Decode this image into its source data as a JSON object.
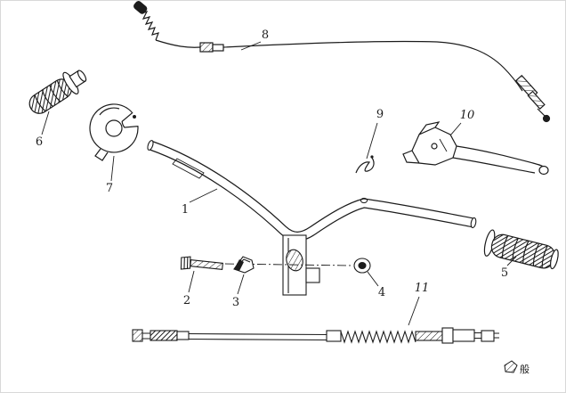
{
  "diagram": {
    "background": "#ffffff",
    "line_color": "#1c1c1c",
    "description": "exploded-parts-diagram-handlebar-assembly",
    "parts": [
      {
        "number": "1",
        "name": "handlebar"
      },
      {
        "number": "2",
        "name": "hex-bolt"
      },
      {
        "number": "3",
        "name": "cone-nut"
      },
      {
        "number": "4",
        "name": "flange-nut"
      },
      {
        "number": "5",
        "name": "right-hand-grip"
      },
      {
        "number": "6",
        "name": "left-hand-grip"
      },
      {
        "number": "7",
        "name": "lever-bracket-clamp"
      },
      {
        "number": "8",
        "name": "throttle-cable"
      },
      {
        "number": "9",
        "name": "retaining-clip"
      },
      {
        "number": "10",
        "name": "brake-lever"
      },
      {
        "number": "11",
        "name": "brake-cable"
      }
    ],
    "stamp": {
      "glyph": "般"
    }
  }
}
